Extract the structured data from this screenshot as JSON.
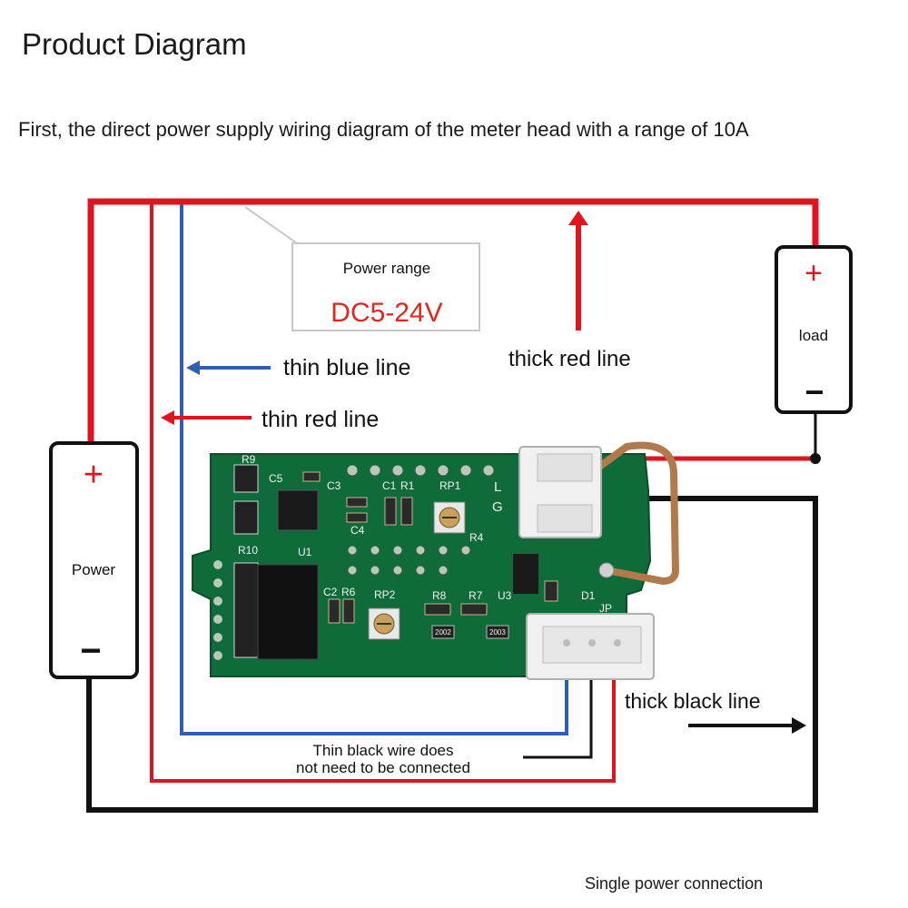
{
  "header": {
    "title": "Product Diagram",
    "subtitle": "First, the direct power supply wiring diagram of the meter head with a range of 10A"
  },
  "callout": {
    "label": "Power range",
    "value": "DC5-24V",
    "value_color": "#e0261d"
  },
  "power_box": {
    "label": "Power",
    "plus": "+",
    "minus": "−"
  },
  "load_box": {
    "label": "load",
    "plus": "+",
    "minus": "−"
  },
  "wire_labels": {
    "thin_blue": "thin blue line",
    "thin_red": "thin red line",
    "thick_red": "thick red line",
    "thick_black": "thick black line",
    "thin_black_note_1": "Thin black wire does",
    "thin_black_note_2": "not need to be connected"
  },
  "board": {
    "labels": [
      "R9",
      "C5",
      "C3",
      "C1",
      "R1",
      "RP1",
      "L",
      "G",
      "C4",
      "R10",
      "U1",
      "R4",
      "C2",
      "R6",
      "RP2",
      "R8",
      "R7",
      "U3",
      "D1",
      "JP",
      "2002",
      "2003"
    ]
  },
  "footer": {
    "caption": "Single power connection"
  },
  "colors": {
    "red_wire": "#e0141e",
    "blue_wire": "#2f5fb3",
    "black_wire": "#111111",
    "pcb_green": "#0f6b3a",
    "connector": "#f0f0f0"
  }
}
